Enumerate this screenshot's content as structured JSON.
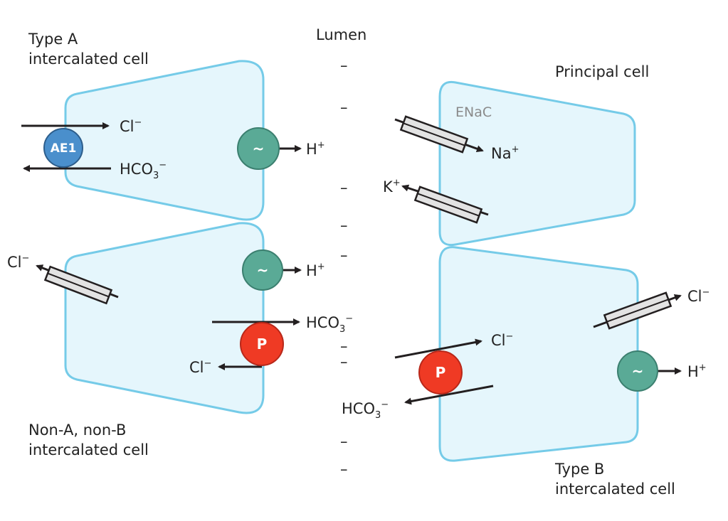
{
  "labels": {
    "lumen": "Lumen",
    "type_a_line1": "Type A",
    "type_a_line2": "intercalated cell",
    "principal": "Principal cell",
    "non_ab_line1": "Non-A, non-B",
    "non_ab_line2": "intercalated cell",
    "type_b_line1": "Type B",
    "type_b_line2": "intercalated cell"
  },
  "ions": {
    "cl": "Cl",
    "h": "H",
    "hco3": "HCO",
    "three": "3",
    "na": "Na",
    "k": "K",
    "minus": "−",
    "plus": "+"
  },
  "transporters": {
    "ae1": "AE1",
    "enac": "ENaC",
    "pendrin": "P",
    "pump": "~"
  },
  "lumen_marks": [
    "–",
    "–",
    "–",
    "–",
    "–",
    "–",
    "–",
    "–",
    "–",
    "–"
  ],
  "colors": {
    "cell_fill": "#e5f6fc",
    "cell_border": "#75cbe8",
    "pump": "#5aaa96",
    "pendrin": "#ef3a24",
    "ae1": "#4a8fcc"
  }
}
